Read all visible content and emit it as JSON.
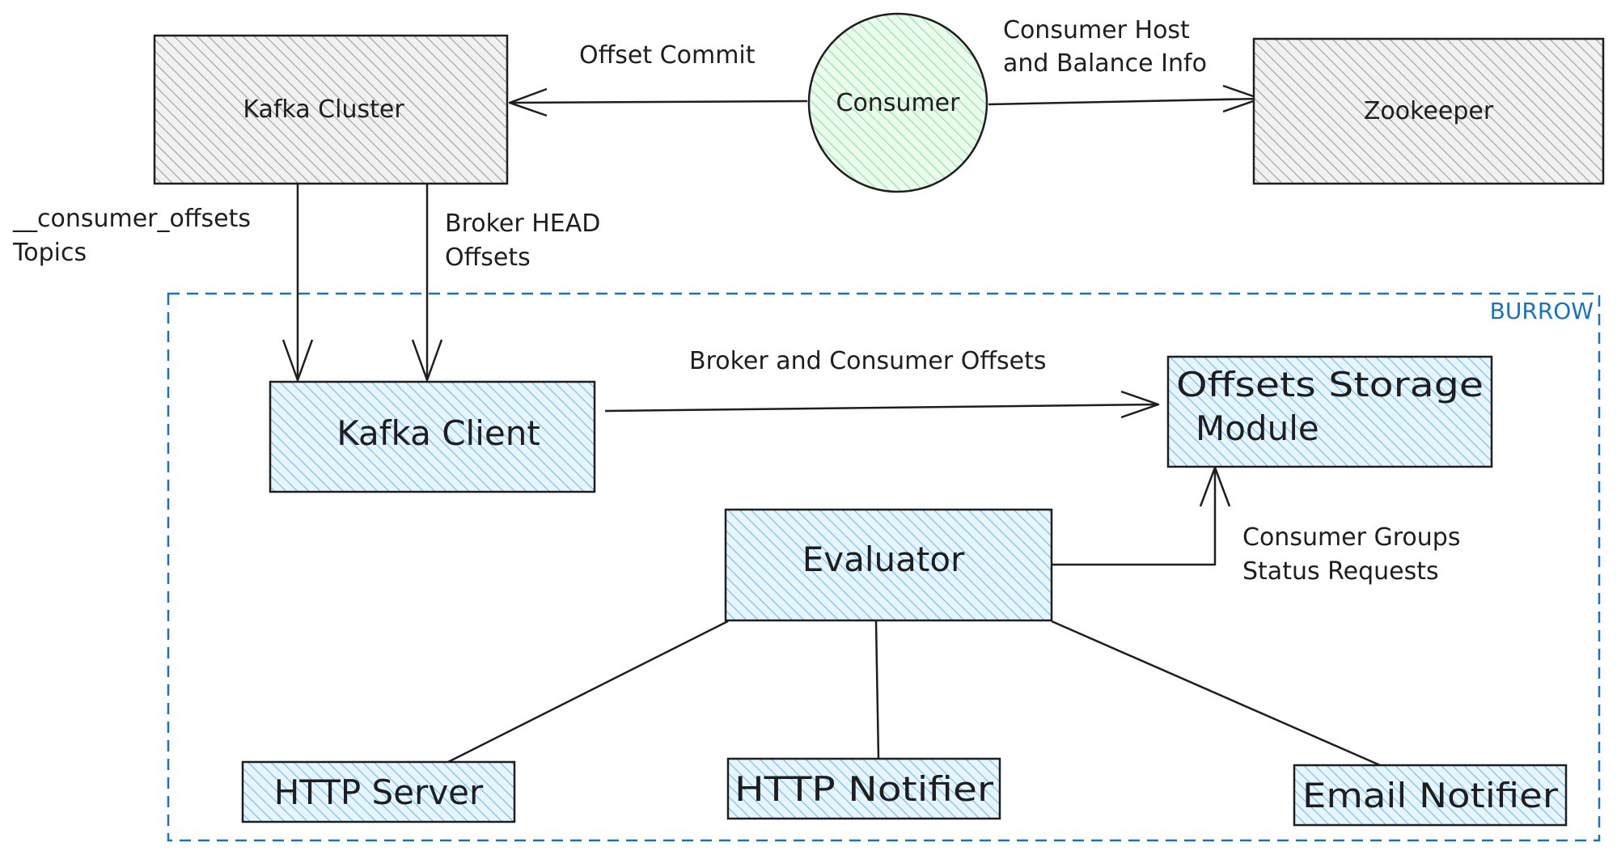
{
  "nodes": {
    "kafka_cluster": "Kafka Cluster",
    "consumer": "Consumer",
    "zookeeper": "Zookeeper",
    "kafka_client": "Kafka Client",
    "offsets_storage_line1": "Offsets Storage",
    "offsets_storage_line2": "Module",
    "evaluator": "Evaluator",
    "http_server": "HTTP Server",
    "http_notifier": "HTTP Notifier",
    "email_notifier": "Email Notifier"
  },
  "edges": {
    "offset_commit": "Offset Commit",
    "consumer_host_line1": "Consumer Host",
    "consumer_host_line2": "and Balance Info",
    "consumer_offsets_topics_line1": "__consumer_offsets",
    "consumer_offsets_topics_line2": "Topics",
    "broker_head_line1": "Broker HEAD",
    "broker_head_line2": "Offsets",
    "broker_consumer_offsets": "Broker and Consumer Offsets",
    "status_requests_line1": "Consumer Groups",
    "status_requests_line2": "Status Requests"
  },
  "group": {
    "label": "BURROW"
  },
  "colors": {
    "gray_fill": "#bdbdbd",
    "blue_fill": "#a5d8ff",
    "green_fill": "#b2f2bb",
    "stroke": "#1e1e1e",
    "group_border": "#1971c2"
  }
}
